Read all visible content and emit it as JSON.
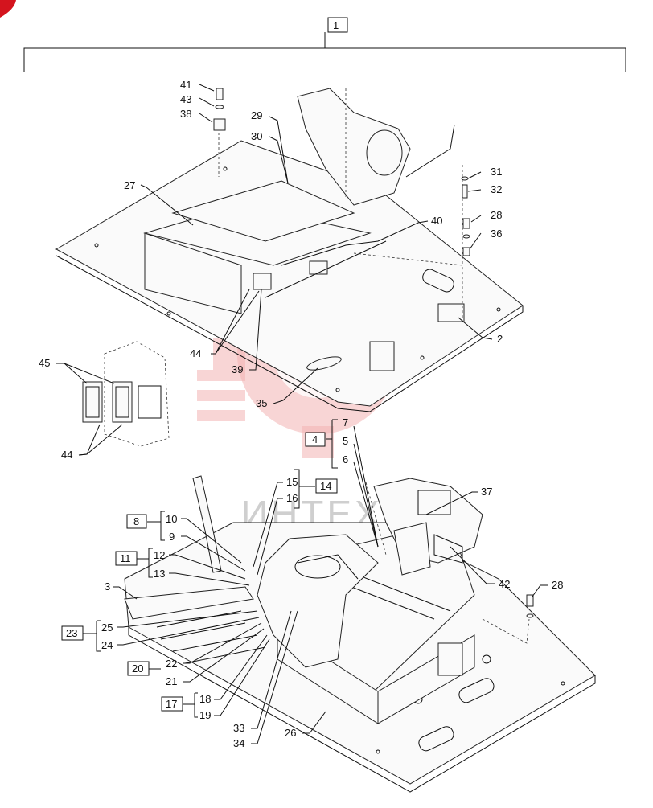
{
  "watermark": {
    "text": "ИНТЕХ",
    "color": "#e04040"
  },
  "brand_corner_color": "#d4141e",
  "assembly_label": "1",
  "callouts": {
    "c41": "41",
    "c43": "43",
    "c38": "38",
    "c29": "29",
    "c30": "30",
    "c27": "27",
    "c31": "31",
    "c32": "32",
    "c28a": "28",
    "c36": "36",
    "c40": "40",
    "c2": "2",
    "c44a": "44",
    "c39": "39",
    "c35": "35",
    "c45": "45",
    "c44b": "44",
    "c4": "4",
    "c7": "7",
    "c5": "5",
    "c6": "6",
    "c37": "37",
    "c15": "15",
    "c16": "16",
    "c14": "14",
    "c8": "8",
    "c10": "10",
    "c9": "9",
    "c11": "11",
    "c12": "12",
    "c13": "13",
    "c3": "3",
    "c23": "23",
    "c25": "25",
    "c24": "24",
    "c20": "20",
    "c22": "22",
    "c21": "21",
    "c17": "17",
    "c18": "18",
    "c19": "19",
    "c33": "33",
    "c34": "34",
    "c26": "26",
    "c42": "42",
    "c28b": "28"
  }
}
